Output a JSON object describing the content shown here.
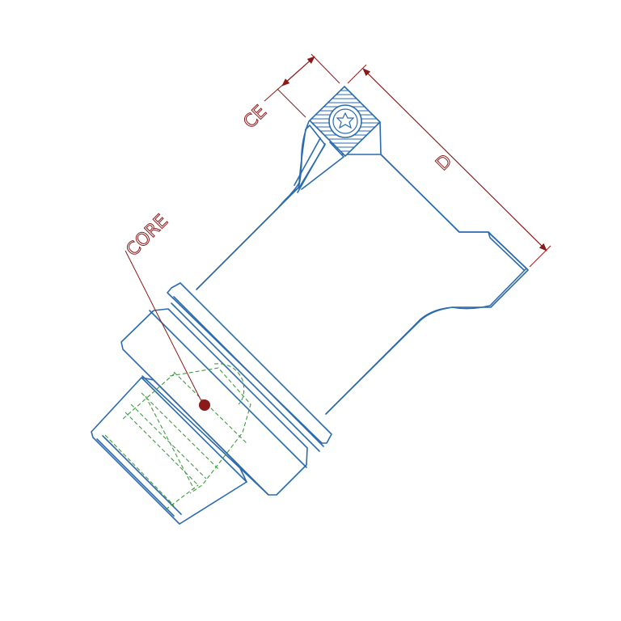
{
  "labels": {
    "ce": "CE",
    "d": "D",
    "core": "CORE"
  },
  "colors": {
    "outline": "#2a6bb0",
    "hidden": "#3f9a3f",
    "dimension": "#8b1a1a"
  }
}
